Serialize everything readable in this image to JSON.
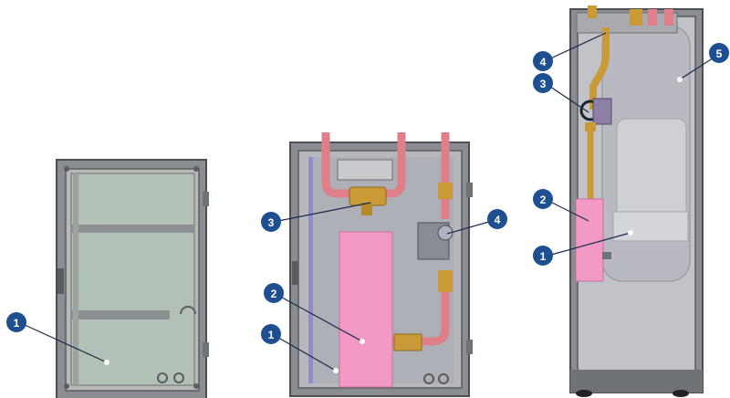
{
  "colors": {
    "badge": "#1d4f91",
    "leader": "#1b2a4a",
    "cabinet_frame": "#6f7278",
    "cabinet_fill": "#b9bcc2",
    "inner_panel": "#aeb9b0",
    "pink_component": "#f29ac4",
    "copper_pipe": "#e58a92",
    "brass": "#c99a35"
  },
  "figures": [
    {
      "name": "small-cabinet",
      "callouts": [
        {
          "number": "1",
          "target": "mounting-plate"
        }
      ]
    },
    {
      "name": "medium-cabinet",
      "callouts": [
        {
          "number": "3",
          "target": "brass-valve"
        },
        {
          "number": "4",
          "target": "pump-motor"
        },
        {
          "number": "2",
          "target": "pink-cylinder"
        },
        {
          "number": "1",
          "target": "back-plate"
        }
      ]
    },
    {
      "name": "tall-cabinet",
      "callouts": [
        {
          "number": "4",
          "target": "gas-pipe-bend"
        },
        {
          "number": "3",
          "target": "valve-assembly"
        },
        {
          "number": "5",
          "target": "storage-tank"
        },
        {
          "number": "2",
          "target": "pink-heater"
        },
        {
          "number": "1",
          "target": "base-tray"
        }
      ]
    }
  ]
}
